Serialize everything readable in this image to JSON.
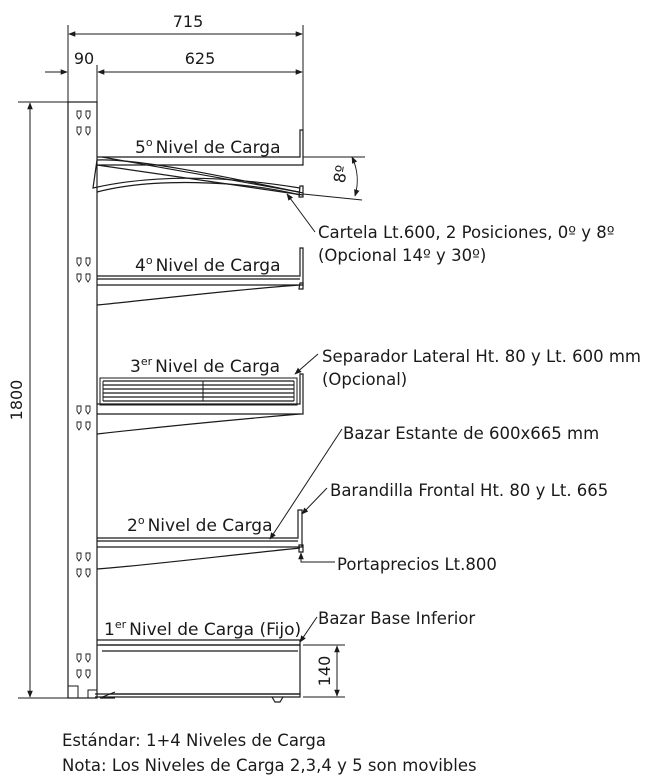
{
  "dimensions": {
    "total_width": "715",
    "upright_depth": "90",
    "shelf_depth": "625",
    "height": "1800",
    "base_height": "140",
    "angle": "8º"
  },
  "levels": [
    {
      "number": "5",
      "sup": "o",
      "text": "Nivel de Carga"
    },
    {
      "number": "4",
      "sup": "o",
      "text": "Nivel de Carga"
    },
    {
      "number": "3",
      "sup": "er",
      "text": "Nivel de Carga"
    },
    {
      "number": "2",
      "sup": "o",
      "text": "Nivel de Carga"
    },
    {
      "number": "1",
      "sup": "er",
      "text": "Nivel de Carga (Fijo)"
    }
  ],
  "callouts": {
    "cartela_line1": "Cartela Lt.600, 2 Posiciones, 0º y 8º",
    "cartela_line2": "(Opcional 14º y 30º)",
    "separador_line1": "Separador Lateral Ht. 80 y Lt. 600 mm",
    "separador_line2": "(Opcional)",
    "bazar_estante": "Bazar Estante de 600x665 mm",
    "barandilla": "Barandilla Frontal Ht. 80 y Lt. 665",
    "portaprecios": "Portaprecios Lt.800",
    "bazar_base": "Bazar Base Inferior"
  },
  "notes": {
    "standard": "Estándar: 1+4 Niveles de Carga",
    "movable": "Nota: Los Niveles de Carga 2,3,4 y 5 son movibles"
  }
}
